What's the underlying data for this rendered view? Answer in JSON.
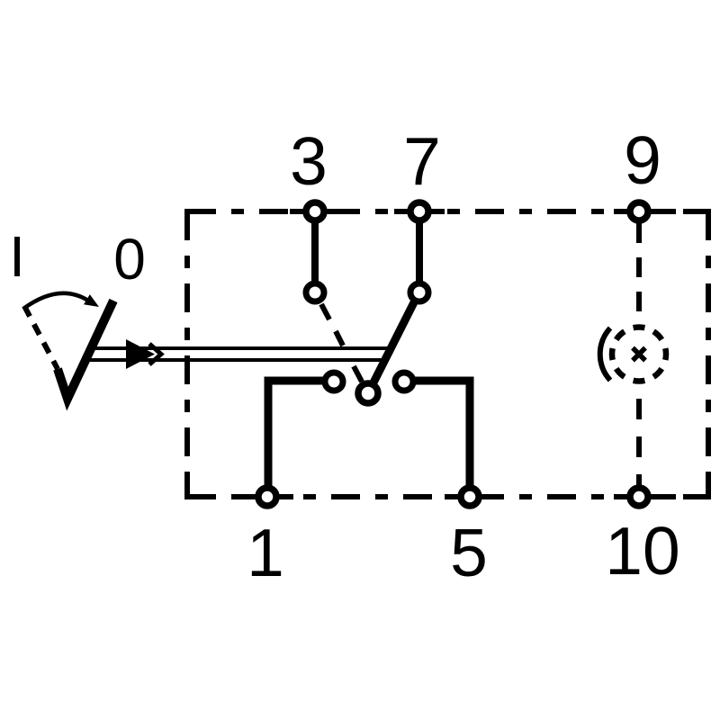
{
  "colors": {
    "background": "#ffffff",
    "ink": "#000000"
  },
  "switch_positions": {
    "on_label": "I",
    "off_label": "0"
  },
  "terminals": {
    "top": [
      "3",
      "7",
      "9"
    ],
    "bottom": [
      "1",
      "5",
      "10"
    ]
  },
  "icons": {
    "lamp": "illumination-lamp-icon",
    "actuator_arrow": "actuator-direction-arrow-icon",
    "toggle_arc": "toggle-motion-arc-arrow-icon"
  }
}
